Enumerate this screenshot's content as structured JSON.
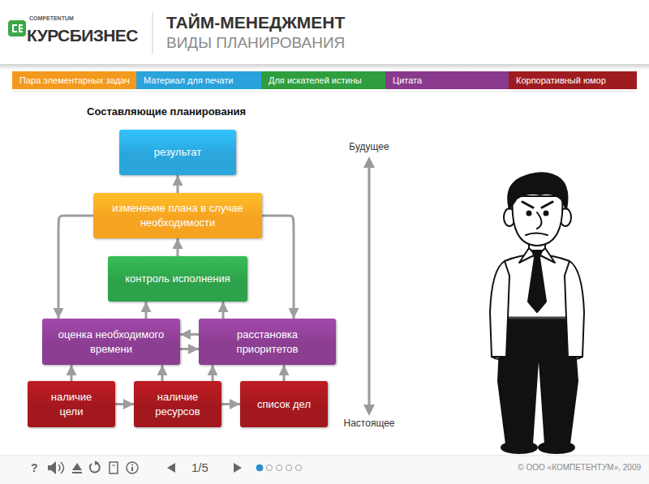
{
  "diagram": {
    "title": "Составляющие планирования",
    "nodes": [
      {
        "text": [
          "Пара элементарных задач"
        ]
      },
      {
        "text": [
          "Материал для печати"
        ]
      },
      {
        "text": [
          "Для искателей истины"
        ]
      },
      {
        "text": [
          "Цитата"
        ]
      },
      {
        "text": [
          "Корпоративный юмор"
        ]
      },
      {
        "text": [
          "результат"
        ]
      },
      {
        "text": [
          "изменение плана в случае необходимости"
        ]
      },
      {
        "text": [
          "контроль исполнения"
        ]
      },
      {
        "text": [
          "оценка необходимого времени"
        ]
      },
      {
        "text": [
          "расстановка приоритетов"
        ]
      },
      {
        "text": [
          "наличие цели"
        ]
      },
      {
        "text": [
          "наличие ресурсов"
        ]
      },
      {
        "text": [
          "список дел"
        ]
      }
    ],
    "edges": [
      {
        "from": 10,
        "to": 11,
        "arrow": "to"
      },
      {
        "from": 11,
        "to": 12,
        "arrow": "to"
      },
      {
        "from": 10,
        "to": 8,
        "arrow": "to"
      },
      {
        "from": 11,
        "to": 8,
        "arrow": "to"
      },
      {
        "from": 11,
        "to": 9,
        "arrow": "to"
      },
      {
        "from": 12,
        "to": 9,
        "arrow": "to"
      },
      {
        "from": 9,
        "to": 8,
        "arrow": "to"
      },
      {
        "from": 8,
        "to": 9,
        "arrow": "to"
      },
      {
        "from": 8,
        "to": 7,
        "arrow": "to"
      },
      {
        "from": 9,
        "to": 7,
        "arrow": "to"
      },
      {
        "from": 7,
        "to": 6,
        "arrow": "to"
      },
      {
        "from": 6,
        "to": 5,
        "arrow": "to"
      },
      {
        "from": 6,
        "to": 8,
        "arrow": "to"
      },
      {
        "from": 6,
        "to": 9,
        "arrow": "to"
      }
    ],
    "labels": [
      "COMPETENTUM",
      "КУРСБИЗНЕС",
      "ТАЙМ-МЕНЕДЖМЕНТ",
      "ВИДЫ ПЛАНИРОВАНИЯ",
      "Будущее",
      "Настоящее",
      "?",
      "1/5",
      "© ООО «КОМПЕТЕНТУМ», 2009"
    ]
  }
}
